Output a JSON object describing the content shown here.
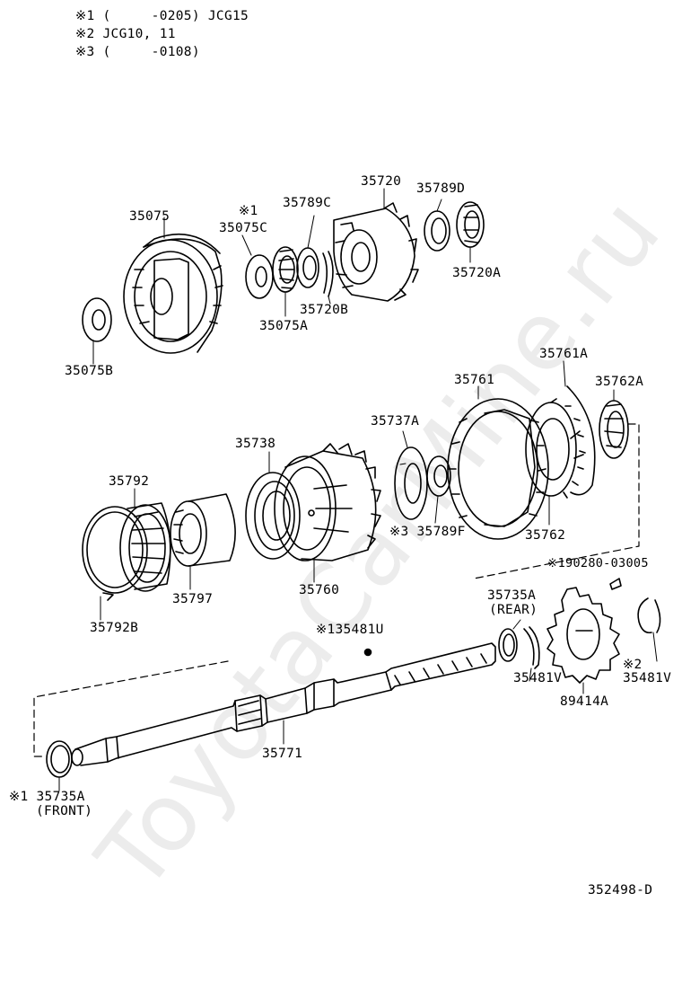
{
  "watermark": "ToyotaCarMine.ru",
  "notes": [
    "※1 (     -0205) JCG15",
    "※2 JCG10, 11",
    "※3 (     -0108)"
  ],
  "labels": {
    "p35075": "35075",
    "p35075b": "35075B",
    "p35075c_mark": "※1",
    "p35075c": "35075C",
    "p35075a": "35075A",
    "p35789c": "35789C",
    "p35720": "35720",
    "p35720b": "35720B",
    "p35789d": "35789D",
    "p35720a": "35720A",
    "p35761a": "35761A",
    "p35761": "35761",
    "p35762a": "35762A",
    "p35737a": "35737A",
    "p35738": "35738",
    "p35792": "35792",
    "p35789f": "※3 35789F",
    "p35762": "35762",
    "p35760": "35760",
    "p35797": "35797",
    "p35792b": "35792B",
    "p190280": "※190280-03005",
    "p35735a_rear": "35735A",
    "p35735a_rear2": "(REAR)",
    "p135481u": "※135481U",
    "p35481v_left": "35481V",
    "p89414a": "89414A",
    "p35481v_mark": "※2",
    "p35481v_right": "35481V",
    "p35771": "35771",
    "p35735a_front": "※1 35735A",
    "p35735a_front2": "(FRONT)",
    "diagram_id": "352498-D"
  }
}
